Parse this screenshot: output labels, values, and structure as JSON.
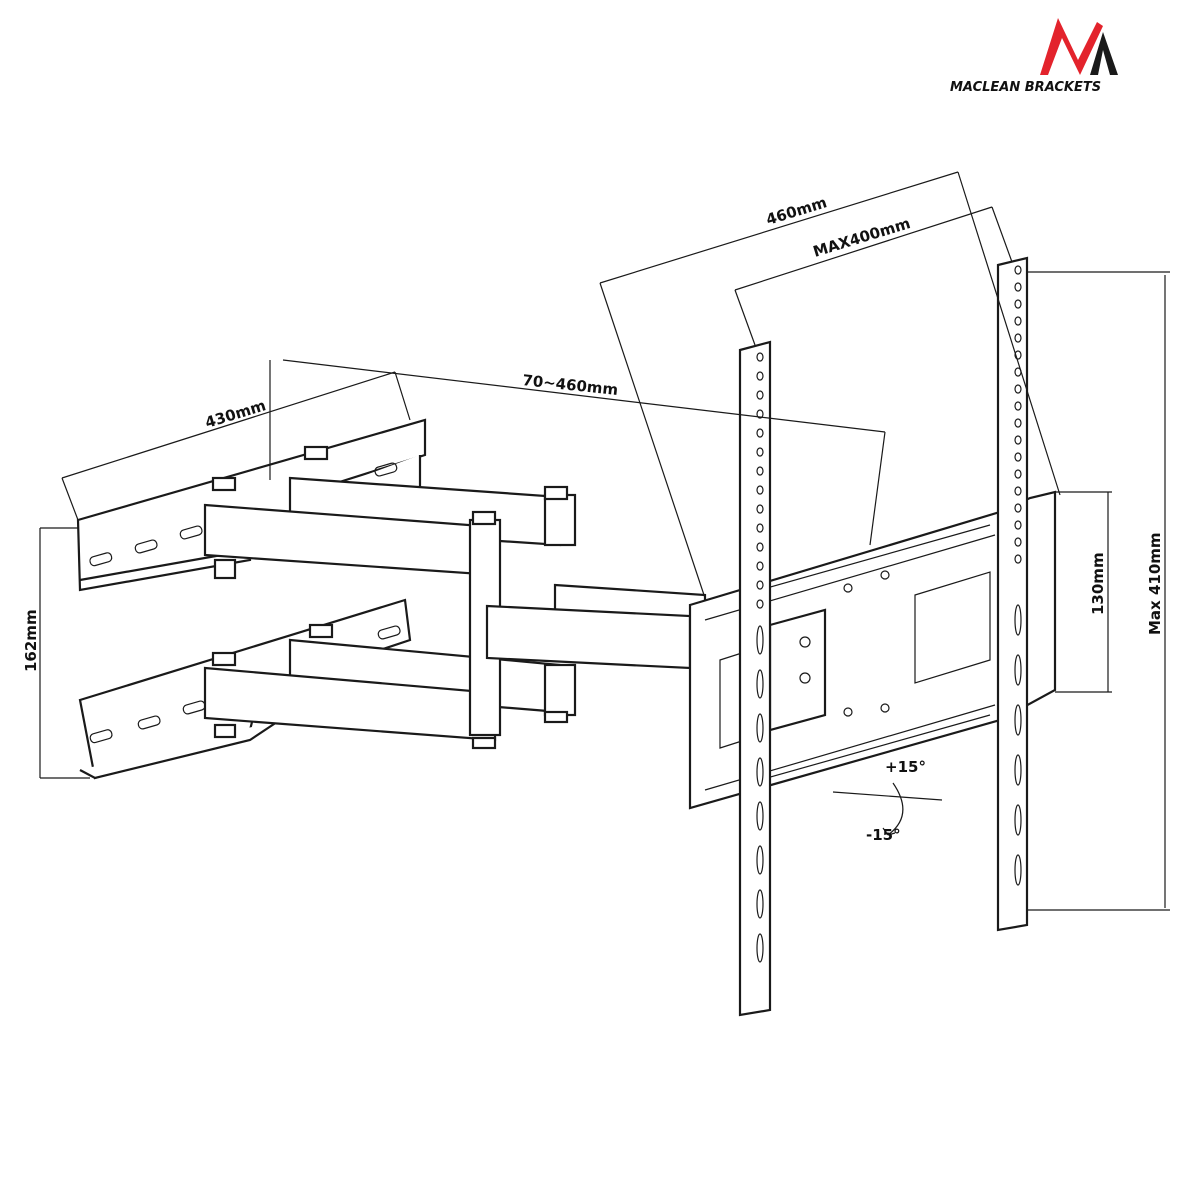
{
  "logo": {
    "brand": "MACLEAN BRACKETS",
    "colors": {
      "red": "#e3232c",
      "black": "#1a1a1a"
    }
  },
  "dimensions": {
    "wall_plate_width": "430mm",
    "arm_extension": "70~460mm",
    "max_vesa_outer": "460mm",
    "max_vesa_horizontal": "MAX400mm",
    "wall_plate_height": "162mm",
    "tv_plate_height": "130mm",
    "max_vesa_vertical": "Max 410mm"
  },
  "tilt": {
    "up": "+15°",
    "down": "-15°"
  }
}
